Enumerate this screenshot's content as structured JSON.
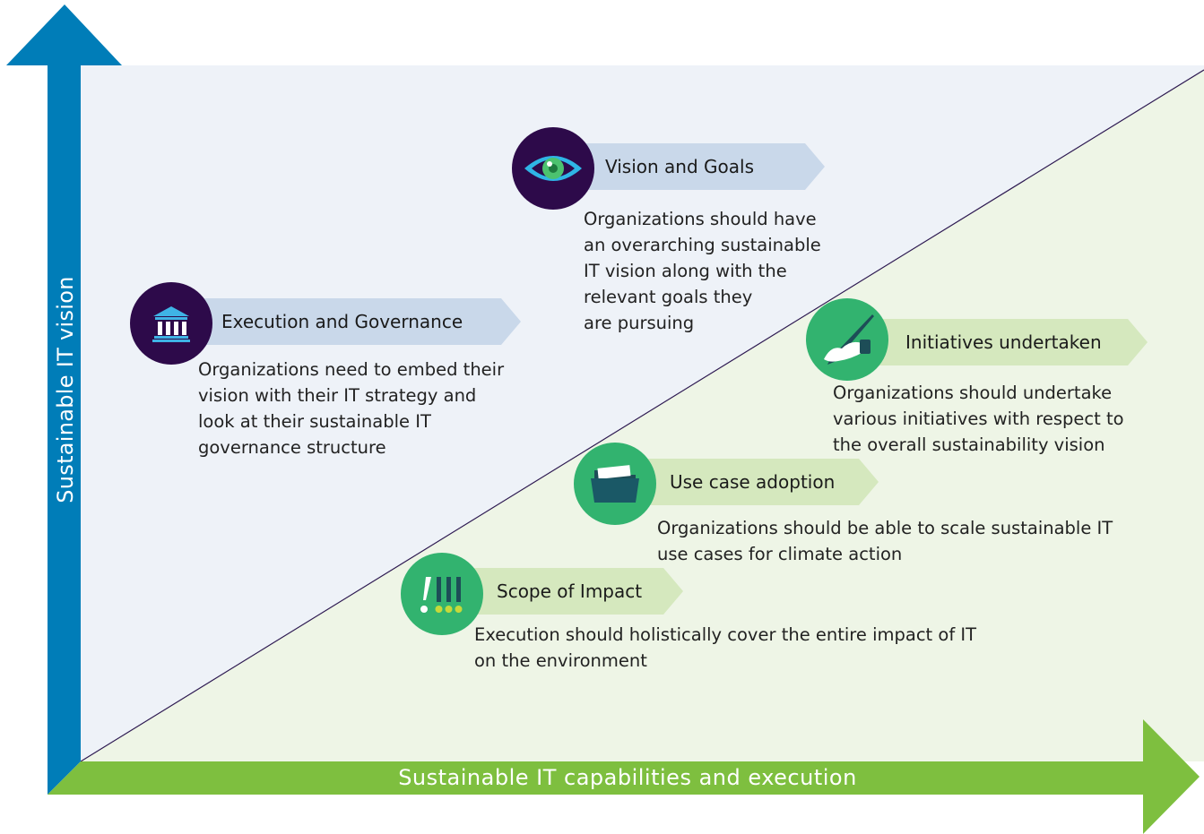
{
  "axes": {
    "y_label": "Sustainable IT vision",
    "x_label": "Sustainable IT capabilities and execution"
  },
  "colors": {
    "upper_region": "#eef2f8",
    "lower_region": "#eef5e6",
    "vertical_axis": "#007db8",
    "horizontal_axis": "#7ebf3f",
    "diagonal_line": "#2e1a52",
    "icon_purple": "#2d0a4a",
    "icon_green": "#32b36f",
    "banner_blue": "#c9d8ea",
    "banner_green": "#d5e8be"
  },
  "items": {
    "vision": {
      "title": "Vision and Goals",
      "icon": "eye-icon",
      "lines": [
        "Organizations should have",
        "an overarching sustainable",
        "IT vision along with the",
        "relevant goals they",
        "are pursuing"
      ]
    },
    "execution": {
      "title": "Execution and Governance",
      "icon": "institution-building-icon",
      "lines": [
        "Organizations need to embed their",
        "vision with their IT strategy and",
        "look at their sustainable IT",
        "governance structure"
      ]
    },
    "initiatives": {
      "title": "Initiatives undertaken",
      "icon": "pen-writing-icon",
      "lines": [
        "Organizations should undertake",
        "various initiatives with respect to",
        "the overall sustainability vision"
      ]
    },
    "usecase": {
      "title": "Use case adoption",
      "icon": "folder-icon",
      "lines": [
        "Organizations should be able to scale sustainable IT",
        "use cases for climate action"
      ]
    },
    "scope": {
      "title": "Scope of Impact",
      "icon": "exclamation-marks-icon",
      "lines": [
        "Execution should holistically cover the entire impact of IT",
        "on the environment"
      ]
    }
  }
}
